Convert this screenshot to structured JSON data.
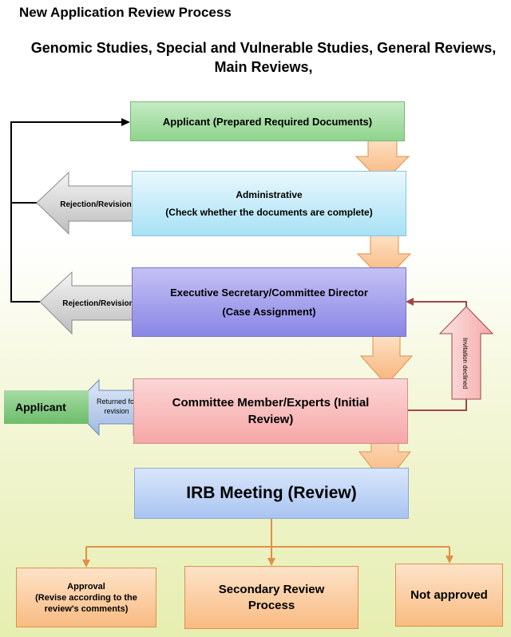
{
  "page": {
    "title": "New Application Review Process",
    "subtitle_line1": "Genomic Studies, Special and Vulnerable Studies, General Reviews,",
    "subtitle_line2": "Main Reviews,"
  },
  "flow": {
    "applicant": "Applicant (Prepared Required Documents)",
    "administrative_line1": "Administrative",
    "administrative_line2": "(Check whether the documents are complete)",
    "executive_line1": "Executive Secretary/Committee Director",
    "executive_line2": "(Case Assignment)",
    "committee_line1": "Committee Member/Experts (Initial",
    "committee_line2": "Review)",
    "irb_meeting": "IRB Meeting (Review)"
  },
  "arrows": {
    "rejection_1": "Rejection/Revision",
    "rejection_2": "Rejection/Revision",
    "returned_line1": "Returned for",
    "returned_line2": "revision",
    "invitation_declined": "Invitation declined"
  },
  "side": {
    "applicant": "Applicant"
  },
  "outcomes": {
    "approval_line1": "Approval",
    "approval_line2": "(Revise according to the",
    "approval_line3": "review's comments)",
    "secondary_line1": "Secondary Review",
    "secondary_line2": "Process",
    "not_approved": "Not approved"
  },
  "colors": {
    "applicant_green": "#8fd38c",
    "administrative_blue": "#a8e1f5",
    "executive_purple": "#8a86e6",
    "committee_pink": "#f6a7a7",
    "irb_blue": "#a9c4f1",
    "outcome_orange": "#f9bb82",
    "flow_arrow_orange": "#fbc28a",
    "connector_dark_red": "#a04646"
  }
}
